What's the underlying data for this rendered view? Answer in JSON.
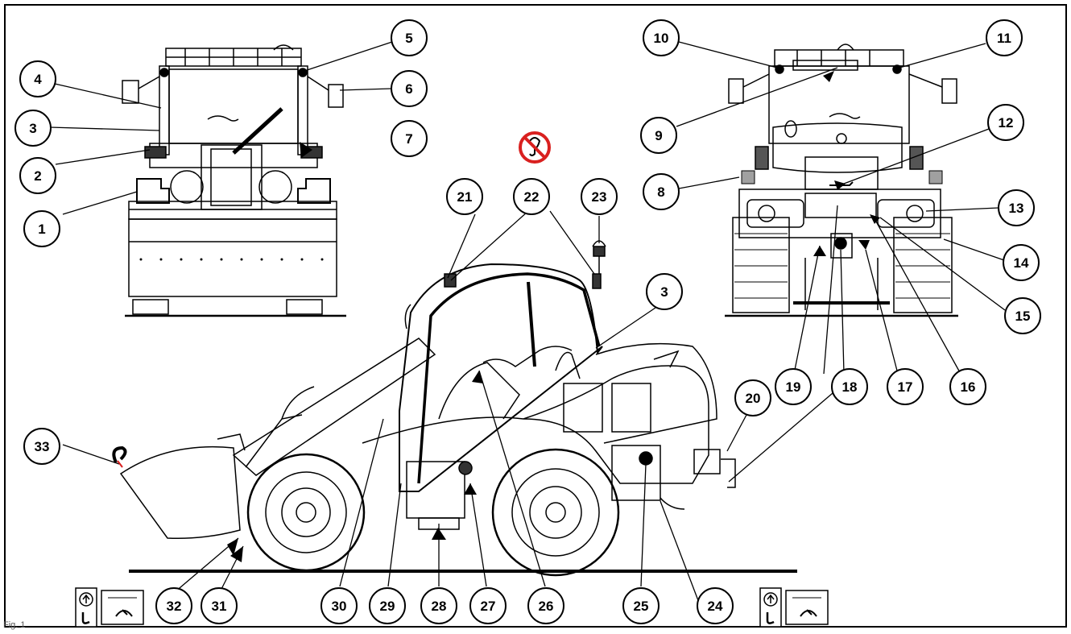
{
  "figure": {
    "caption": "Fig. 1"
  },
  "callouts": {
    "c1": "1",
    "c2": "2",
    "c3": "3",
    "c4": "4",
    "c5": "5",
    "c6": "6",
    "c7": "7",
    "c8": "8",
    "c9": "9",
    "c10": "10",
    "c11": "11",
    "c12": "12",
    "c13": "13",
    "c14": "14",
    "c15": "15",
    "c16": "16",
    "c17": "17",
    "c18": "18",
    "c19": "19",
    "c20": "20",
    "c19b": "19",
    "c18b": "18",
    "c17b": "17",
    "c16b": "16",
    "c21": "21",
    "c22": "22",
    "c23": "23",
    "c3b": "3",
    "c33": "33",
    "c32": "32",
    "c31": "31",
    "c30": "30",
    "c29": "29",
    "c28": "28",
    "c27": "27",
    "c26": "26",
    "c25": "25",
    "c24": "24",
    "c20b": "20",
    "c18c": "18"
  },
  "icons": {
    "no_lift": "no-lifting-prohibition-icon",
    "lift_hook": "lifting-hook-icon",
    "tie_down": "tie-down-point-icon"
  },
  "colors": {
    "line": "#000000",
    "prohibit": "#d9201f",
    "marker_fill": "#a0a0a0"
  }
}
